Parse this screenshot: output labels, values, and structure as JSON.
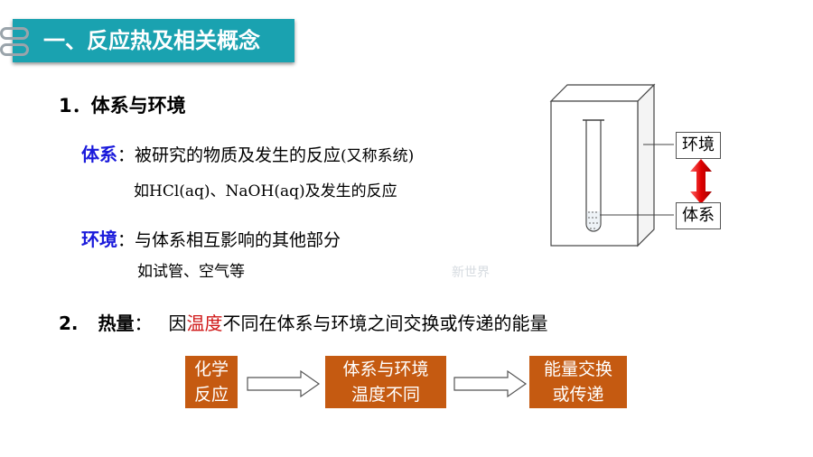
{
  "header": {
    "title": "一、反应热及相关概念",
    "accent": "#1aa2b0"
  },
  "section1": {
    "number": "1．",
    "title": "体系与环境",
    "system": {
      "term": "体系",
      "colon": "：",
      "definition": "被研究的物质及发生的反应",
      "aside": "(又称系统)",
      "example": "如HCl(aq)、NaOH(aq)及发生的反应"
    },
    "surroundings": {
      "term": "环境",
      "colon": "：",
      "definition": "与体系相互影响的其他部分",
      "example": "如试管、空气等"
    }
  },
  "section2": {
    "number": "2.",
    "term": "热量",
    "colon": "：",
    "def_prefix": "因",
    "def_highlight": "温度",
    "def_suffix": "不同在体系与环境之间交换或传递的能量"
  },
  "flow": {
    "box1": [
      "化学",
      "反应"
    ],
    "box2": [
      "体系与环境",
      "温度不同"
    ],
    "box3": [
      "能量交换",
      "或传递"
    ],
    "box_color": "#c55a11"
  },
  "diagram": {
    "label_surroundings": "环境",
    "label_system": "体系",
    "arrow_color": "#e00000"
  },
  "watermark": "新世界"
}
